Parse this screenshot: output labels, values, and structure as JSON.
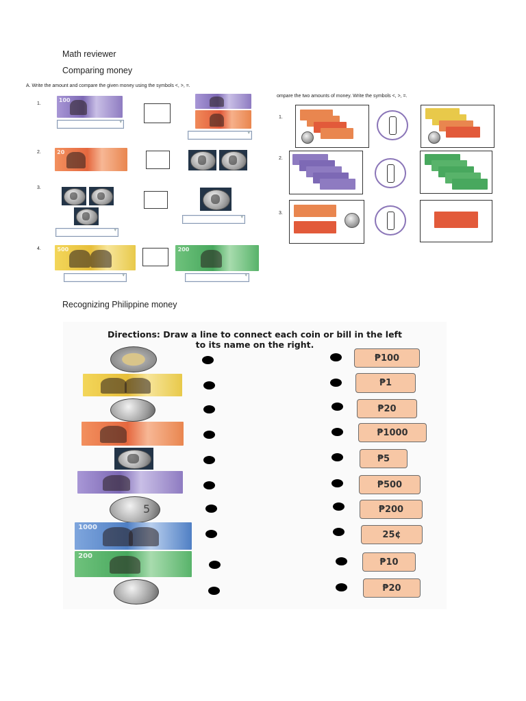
{
  "headings": {
    "title": "Math reviewer",
    "comparing": "Comparing money",
    "recognizing": "Recognizing Philippine money"
  },
  "partA": {
    "instruction": "A. Write the amount and compare the given money using the symbols <, >, =.",
    "numbers": [
      "1.",
      "2.",
      "3.",
      "4."
    ]
  },
  "partB": {
    "instruction": "ompare the two amounts of money. Write the symbols <, >, =.",
    "numbers": [
      "1.",
      "2.",
      "3."
    ]
  },
  "matching": {
    "directions_label": "Directions:",
    "directions_line1": "Draw a line to connect each coin or bill in the left",
    "directions_line2": "to its name on the right.",
    "labels": [
      "₱100",
      "₱1",
      "₱20",
      "₱1000",
      "₱5",
      "₱500",
      "₱200",
      "25¢",
      "₱10",
      "₱20"
    ]
  },
  "money_icons": {
    "bill_100": "100",
    "bill_500": "500",
    "bill_200": "200",
    "bill_1000": "1000",
    "bill_20": "20",
    "coin_5": "5"
  },
  "colors": {
    "label_fill": "#f7c7a5",
    "ring": "#8b76b8",
    "bill_100": "#8e7bc1",
    "bill_20": "#e9864f",
    "bill_500": "#e8c94a",
    "bill_200": "#58b36a",
    "bill_1000": "#4f7fc4"
  }
}
